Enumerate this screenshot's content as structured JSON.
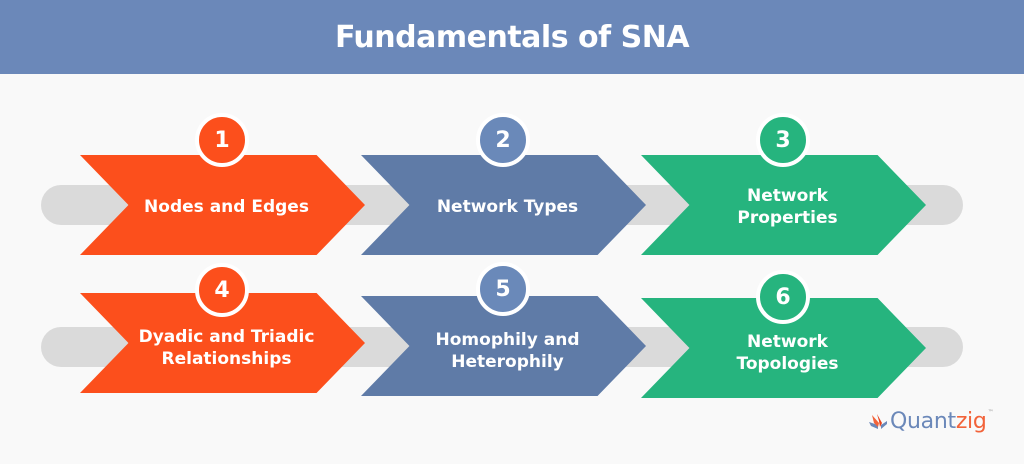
{
  "header": {
    "title": "Fundamentals of SNA"
  },
  "steps": [
    {
      "number": "1",
      "label": "Nodes and Edges",
      "color": "orange"
    },
    {
      "number": "2",
      "label": "Network Types",
      "color": "blue"
    },
    {
      "number": "3",
      "label": "Network Properties",
      "color": "green"
    },
    {
      "number": "4",
      "label": "Dyadic and Triadic Relationships",
      "color": "orange"
    },
    {
      "number": "5",
      "label": "Homophily and Heterophily",
      "color": "blue"
    },
    {
      "number": "6",
      "label": "Network Topologies",
      "color": "green"
    }
  ],
  "colors": {
    "orange": "#fc4f1c",
    "blue": "#5f7ba7",
    "green": "#26b47e",
    "header": "#6b88b9",
    "track": "#dadada"
  },
  "logo": {
    "part1": "Quant",
    "part2": "zig",
    "trademark": "™",
    "icon": "quantzig-book-icon"
  }
}
